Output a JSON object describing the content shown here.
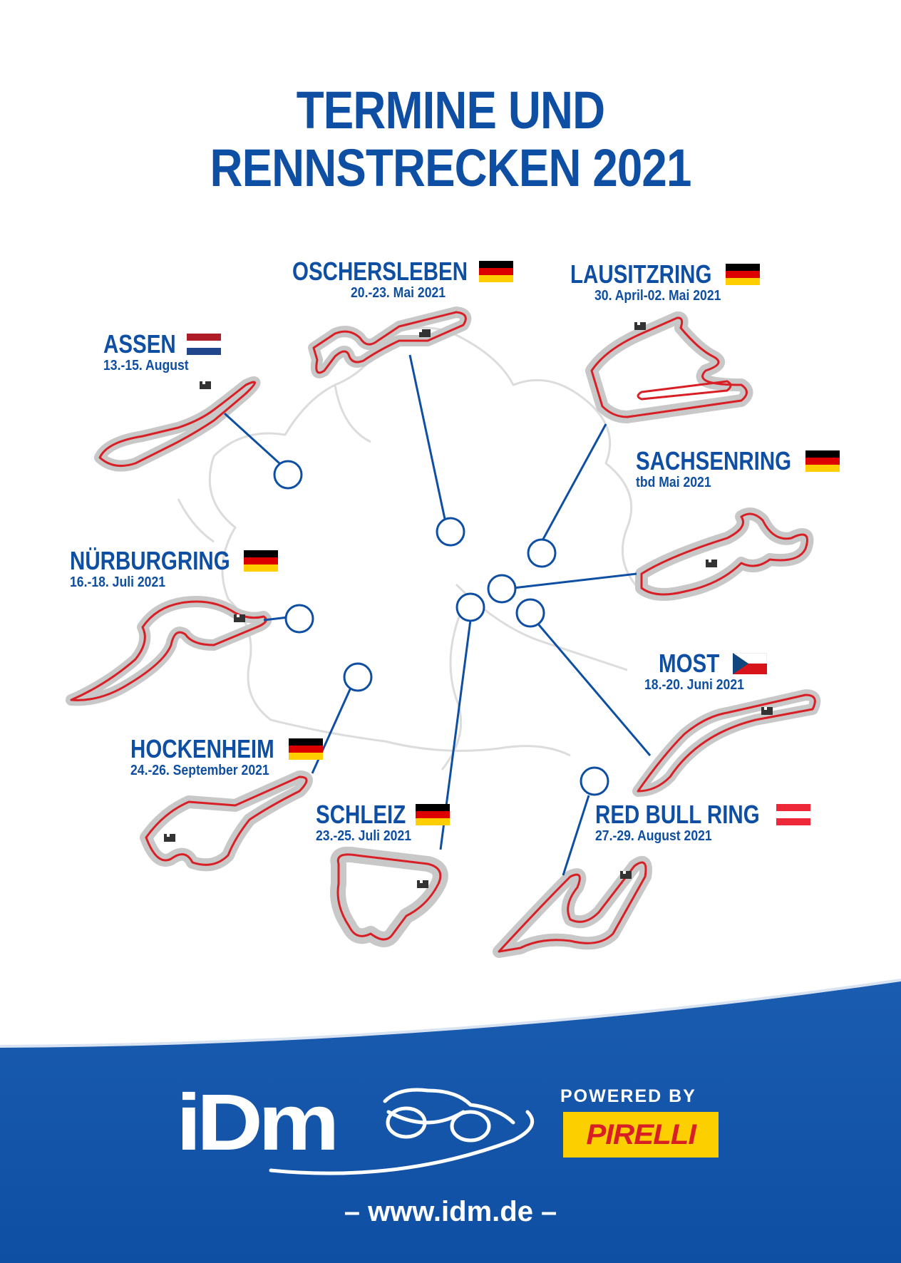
{
  "headline": {
    "line1": "TERMINE UND",
    "line2": "RENNSTRECKEN 2021"
  },
  "colors": {
    "brand_blue": "#0f4fa3",
    "track_red": "#d81f26",
    "track_grey": "#cfcfcf",
    "border_grey": "#dcdcdc",
    "pirelli_yellow": "#fcd000"
  },
  "venues": [
    {
      "name": "OSCHERSLEBEN",
      "date": "20.-23. Mai 2021",
      "flag": "germany-flag"
    },
    {
      "name": "LAUSITZRING",
      "date": "30. April-02. Mai 2021",
      "flag": "germany-flag"
    },
    {
      "name": "ASSEN",
      "date": "13.-15. August",
      "flag": "netherlands-flag"
    },
    {
      "name": "SACHSENRING",
      "date": "tbd Mai 2021",
      "flag": "germany-flag"
    },
    {
      "name": "NÜRBURGRING",
      "date": "16.-18. Juli 2021",
      "flag": "germany-flag"
    },
    {
      "name": "MOST",
      "date": "18.-20. Juni 2021",
      "flag": "czech-flag"
    },
    {
      "name": "HOCKENHEIM",
      "date": "24.-26. September 2021",
      "flag": "germany-flag"
    },
    {
      "name": "SCHLEIZ",
      "date": "23.-25. Juli 2021",
      "flag": "germany-flag"
    },
    {
      "name": "RED BULL RING",
      "date": "27.-29. August 2021",
      "flag": "austria-flag"
    }
  ],
  "footer": {
    "logo_text": "iDm",
    "powered_by": "POWERED BY",
    "sponsor": "PIRELLI",
    "website": "– www.idm.de –"
  }
}
